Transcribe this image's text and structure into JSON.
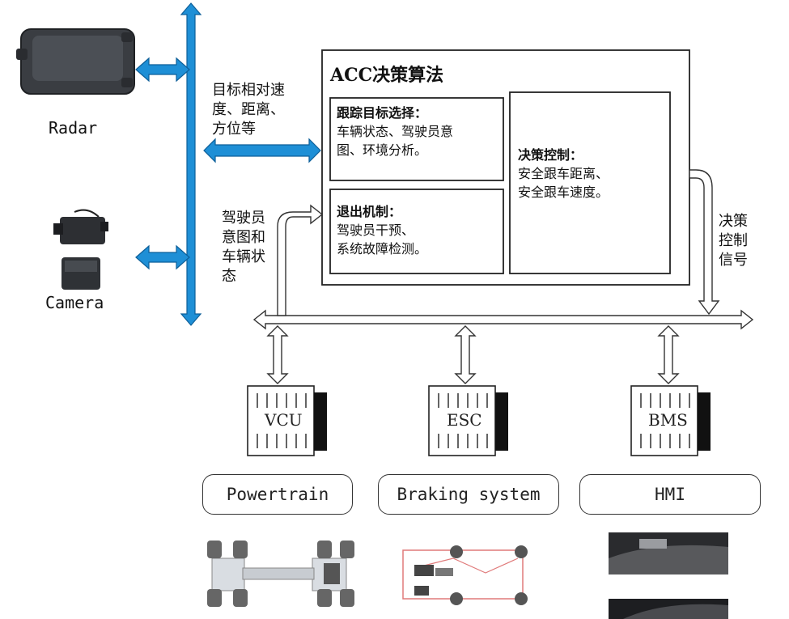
{
  "sensors": {
    "radar_label": "Radar",
    "camera_label": "Camera"
  },
  "bus_annotations": {
    "target_info": [
      "目标相对速",
      "度、距离、",
      "方位等"
    ],
    "driver_state": [
      "驾驶员",
      "意图和",
      "车辆状",
      "态"
    ],
    "control_signal": [
      "决策",
      "控制",
      "信号"
    ]
  },
  "acc_block": {
    "title": "ACC决策算法",
    "target_selection": {
      "heading": "跟踪目标选择：",
      "lines": [
        "车辆状态、驾驶员意",
        "图、环境分析。"
      ]
    },
    "exit_mechanism": {
      "heading": "退出机制：",
      "lines": [
        "驾驶员干预、",
        "系统故障检测。"
      ]
    },
    "decision_control": {
      "heading": "决策控制：",
      "lines": [
        "安全跟车距离、",
        "安全跟车速度。"
      ]
    }
  },
  "ecus": [
    {
      "label": "VCU",
      "system": "Powertrain"
    },
    {
      "label": "ESC",
      "system": "Braking system"
    },
    {
      "label": "BMS",
      "system": "HMI"
    }
  ],
  "colors": {
    "vertical_bus": "#1e8fd6",
    "outline": "#333333"
  }
}
